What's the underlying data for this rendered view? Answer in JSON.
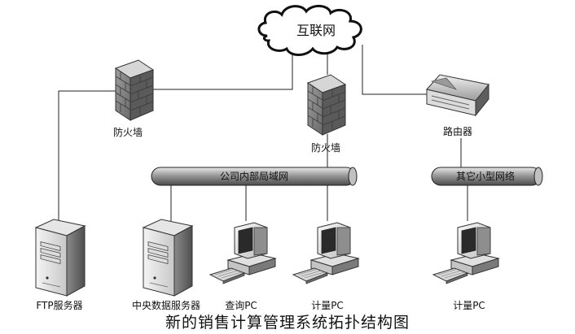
{
  "nodes": {
    "internet": "互联网",
    "firewall_left": "防火墙",
    "firewall_center": "防火墙",
    "router": "路由器",
    "ftp_server": "FTP服务器",
    "central_db_server": "中央数据服务器",
    "query_pc": "查询PC",
    "metering_pc_1": "计量PC",
    "metering_pc_2": "计量PC"
  },
  "networks": {
    "company_lan": "公司内部局域网",
    "other_network": "其它小型网络"
  },
  "caption": "新的销售计算管理系统拓扑结构图"
}
